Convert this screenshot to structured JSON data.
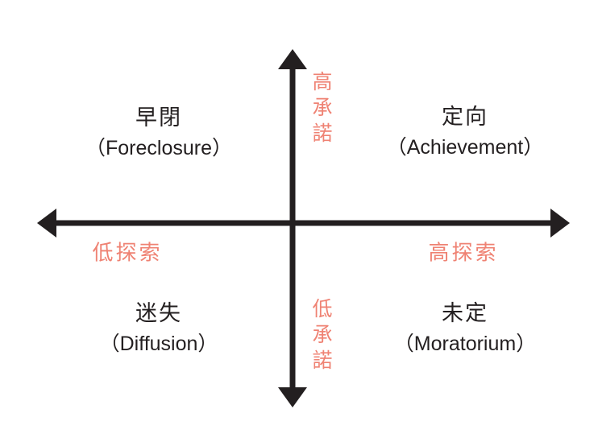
{
  "colors": {
    "ink": "#231F20",
    "accent": "#EF8273",
    "background": "#FFFFFF"
  },
  "axes": {
    "y_top_label": "高承諾",
    "y_bottom_label": "低承諾",
    "x_left_label": "低探索",
    "x_right_label": "高探索"
  },
  "quadrants": {
    "top_left": {
      "zh": "早閉",
      "en": "（Foreclosure）"
    },
    "top_right": {
      "zh": "定向",
      "en": "（Achievement）"
    },
    "bottom_left": {
      "zh": "迷失",
      "en": "（Diffusion）"
    },
    "bottom_right": {
      "zh": "未定",
      "en": "（Moratorium）"
    }
  }
}
